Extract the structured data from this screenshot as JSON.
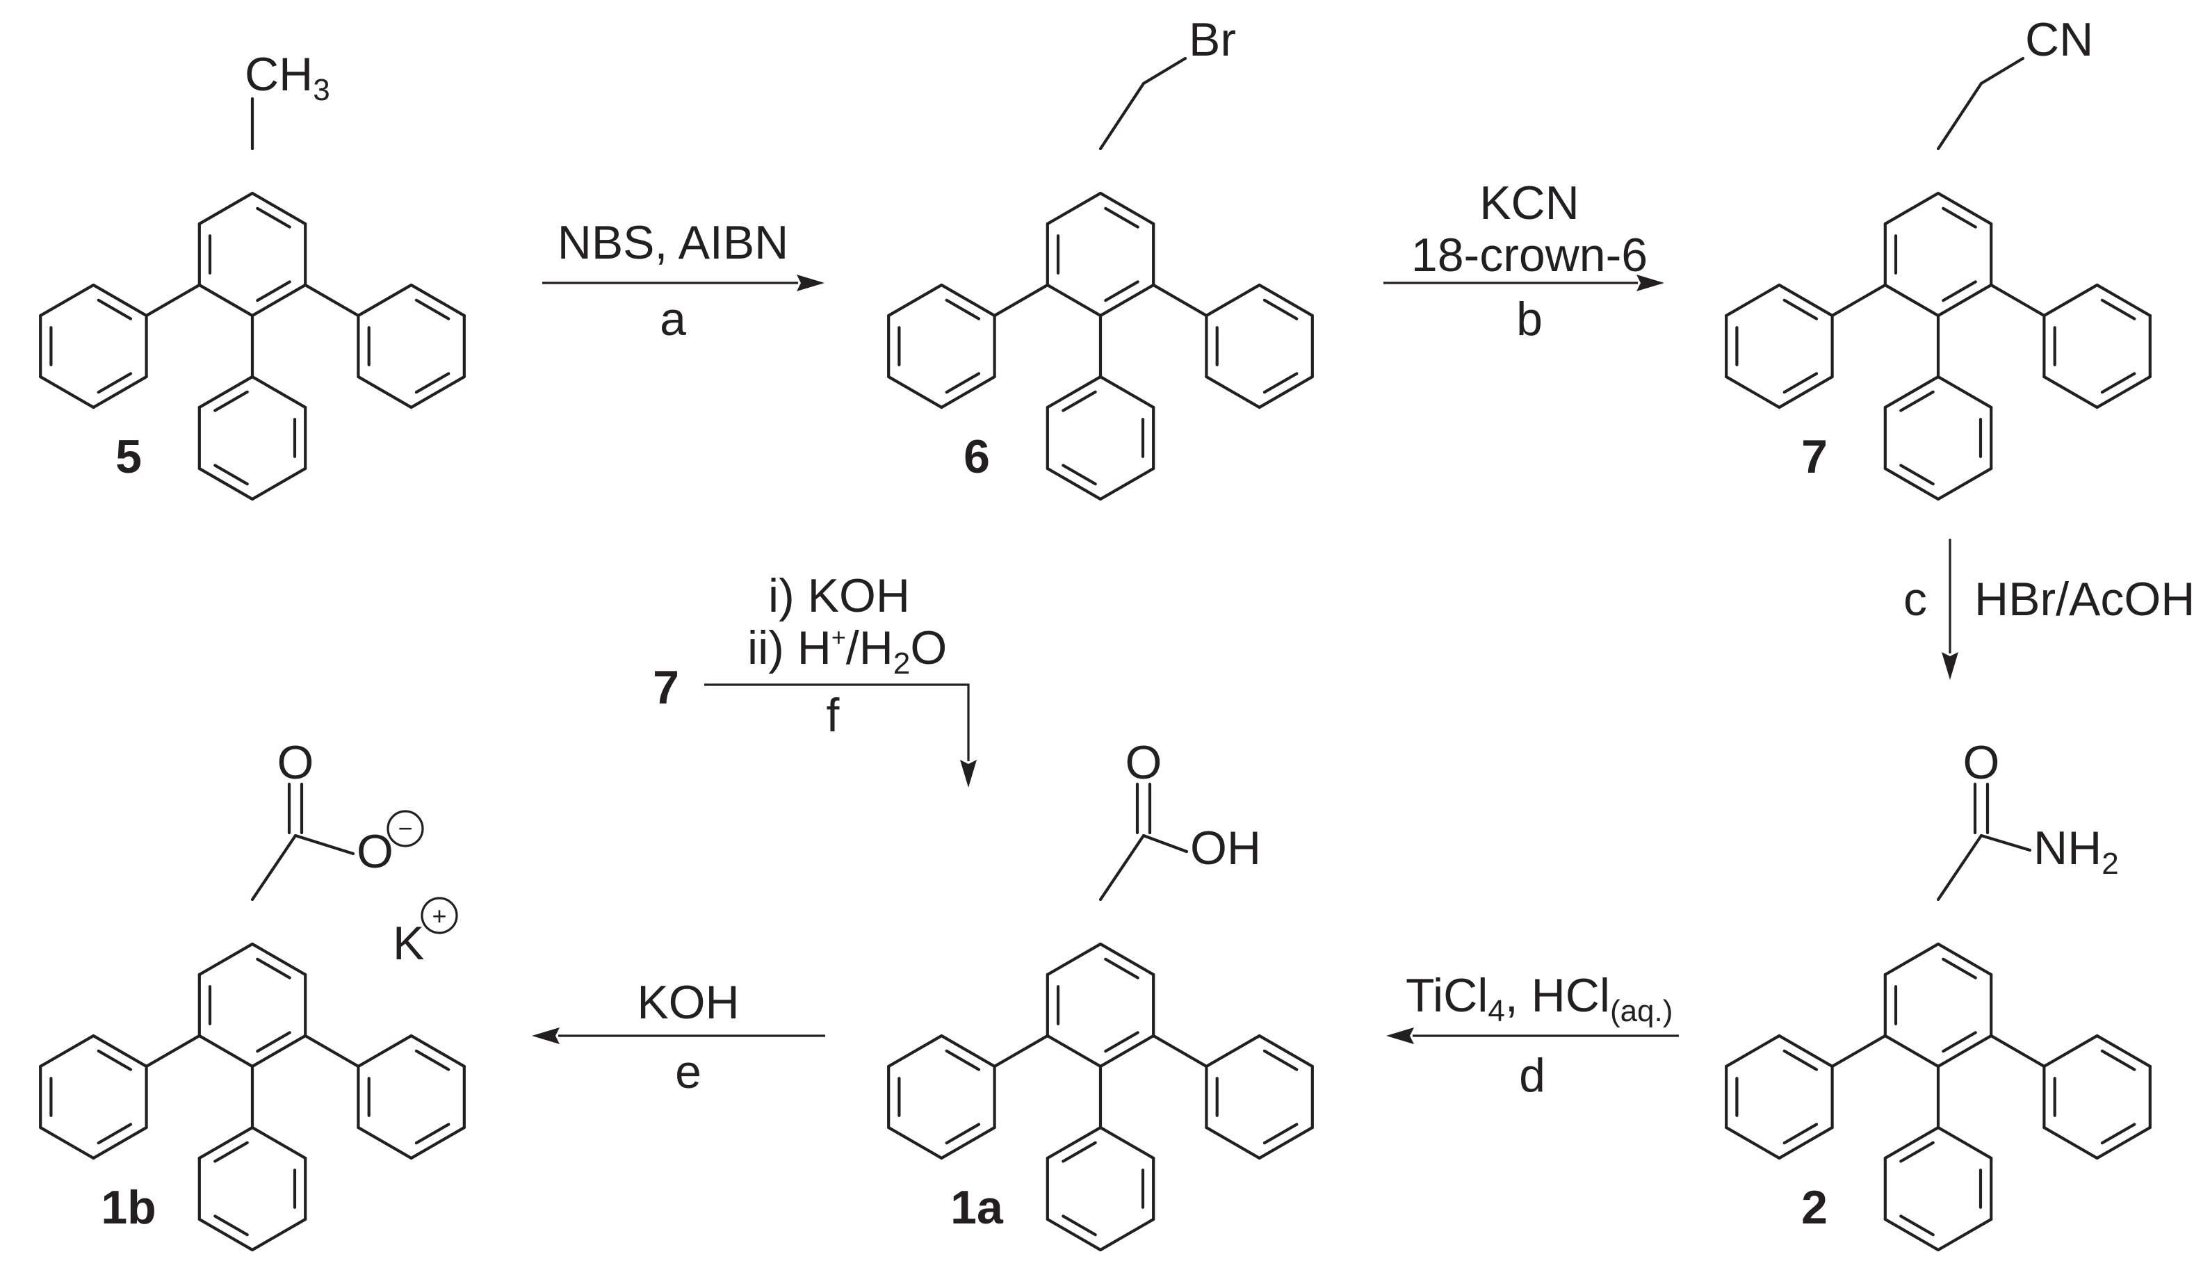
{
  "compounds": [
    {
      "id": "5",
      "label": "5",
      "groups": [
        {
          "base": "CH",
          "sub": "3"
        }
      ]
    },
    {
      "id": "6",
      "label": "6",
      "groups": [
        {
          "base": "Br"
        }
      ]
    },
    {
      "id": "7",
      "label": "7",
      "groups": [
        {
          "base": "CN"
        }
      ]
    },
    {
      "id": "2",
      "label": "2",
      "groups": [
        {
          "base": "O"
        },
        {
          "base": "NH",
          "sub": "2"
        }
      ]
    },
    {
      "id": "1a",
      "label": "1a",
      "groups": [
        {
          "base": "O"
        },
        {
          "base": "OH"
        }
      ]
    },
    {
      "id": "1b",
      "label": "1b",
      "groups": [
        {
          "base": "O"
        },
        {
          "base": "O"
        },
        {
          "base": "K"
        }
      ],
      "charges": [
        "−",
        "+"
      ]
    }
  ],
  "steps": [
    {
      "id": "a",
      "letter": "a",
      "reagents": [
        "NBS, AIBN"
      ]
    },
    {
      "id": "b",
      "letter": "b",
      "reagents": [
        "KCN",
        "18-crown-6"
      ]
    },
    {
      "id": "c",
      "letter": "c",
      "reagents": [
        "HBr/AcOH"
      ]
    },
    {
      "id": "d",
      "letter": "d",
      "reagents": [
        {
          "parts": [
            {
              "t": "TiCl"
            },
            {
              "t": "4",
              "sub": true
            },
            {
              "t": ", HCl"
            },
            {
              "t": "(aq.)",
              "sub": true
            }
          ]
        }
      ]
    },
    {
      "id": "e",
      "letter": "e",
      "reagents": [
        "KOH"
      ]
    },
    {
      "id": "f",
      "letter": "f",
      "start": "7",
      "reagents": [
        "i) KOH",
        {
          "parts": [
            {
              "t": "ii) H"
            },
            {
              "t": "+",
              "sup": true
            },
            {
              "t": "/H"
            },
            {
              "t": "2",
              "sub": true
            },
            {
              "t": "O"
            }
          ]
        }
      ]
    }
  ]
}
